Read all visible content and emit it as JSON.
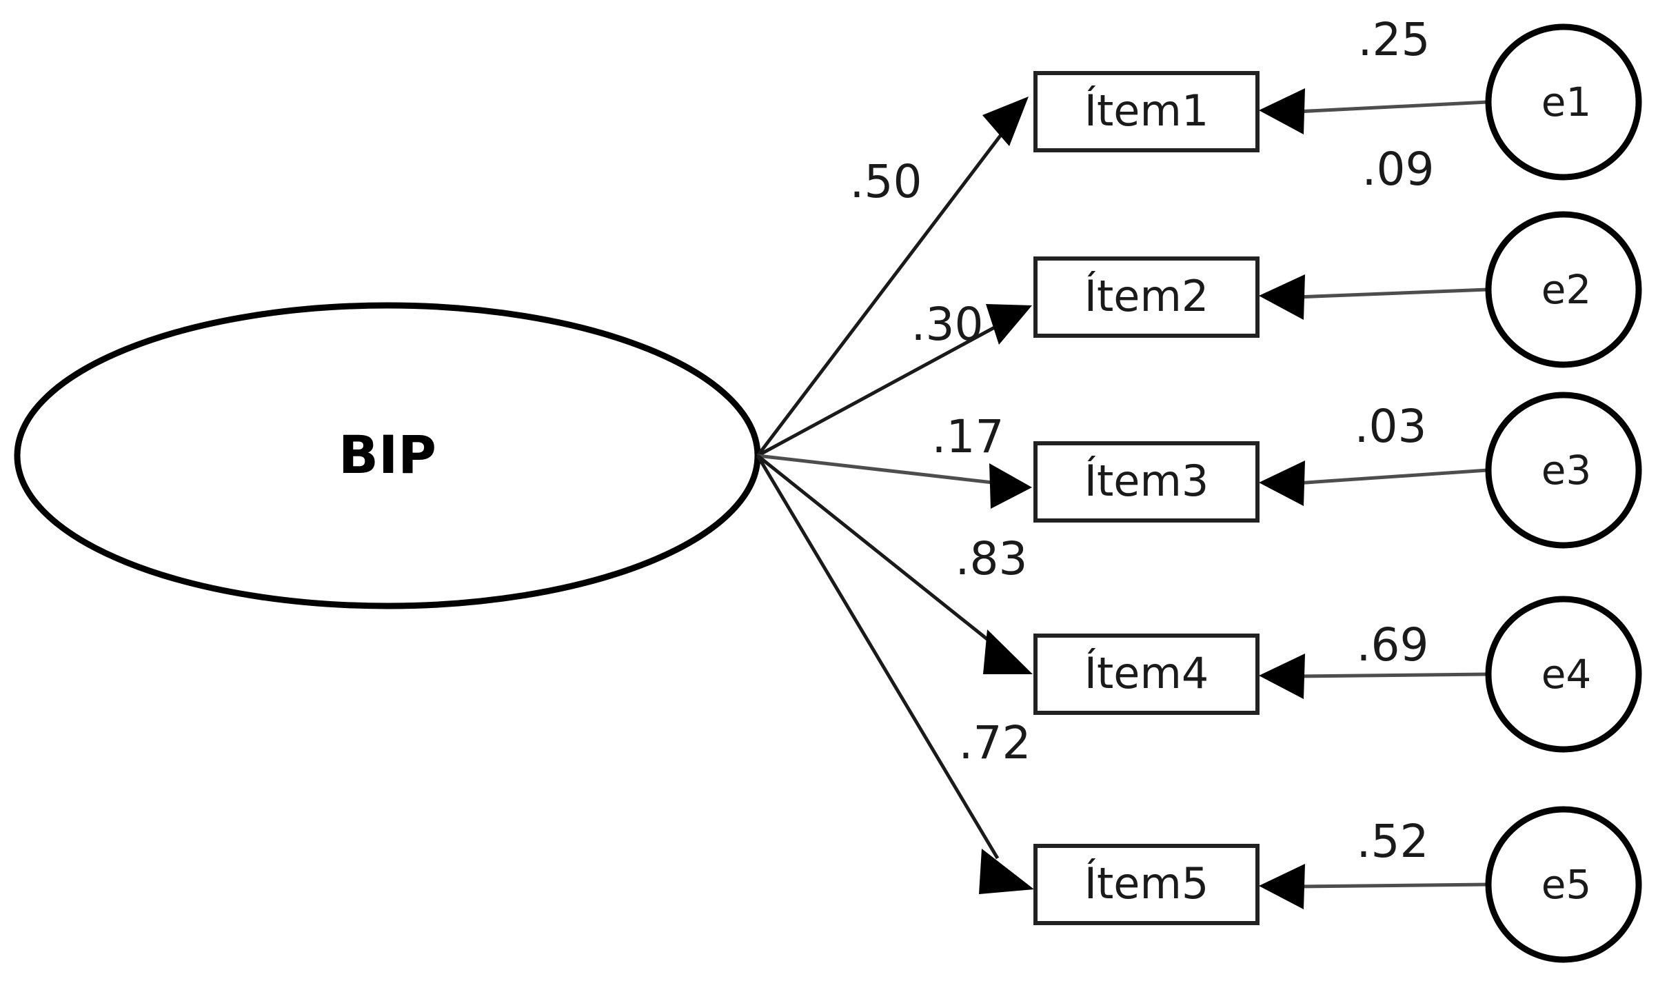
{
  "chart_data": {
    "type": "diagram",
    "diagram_kind": "confirmatory-factor-analysis-path-diagram",
    "title": "",
    "latent_factors": [
      {
        "id": "BIP",
        "label": "BIP",
        "shape": "ellipse"
      }
    ],
    "indicators": [
      {
        "id": "item1",
        "label": "Ítem1",
        "loading": ".50",
        "error_id": "e1",
        "error_label": "e1",
        "error_variance": ".25"
      },
      {
        "id": "item2",
        "label": "Ítem2",
        "loading": ".30",
        "error_id": "e2",
        "error_label": "e2",
        "error_variance": ".09"
      },
      {
        "id": "item3",
        "label": "Ítem3",
        "loading": ".17",
        "error_id": "e3",
        "error_label": "e3",
        "error_variance": ".03"
      },
      {
        "id": "item4",
        "label": "Ítem4",
        "loading": ".83",
        "error_id": "e4",
        "error_label": "e4",
        "error_variance": ".69"
      },
      {
        "id": "item5",
        "label": "Ítem5",
        "loading": ".72",
        "error_id": "e5",
        "error_label": "e5",
        "error_variance": ".52"
      }
    ],
    "loadings": [
      ".50",
      ".30",
      ".17",
      ".83",
      ".72"
    ],
    "error_variances": [
      ".25",
      ".09",
      ".03",
      ".69",
      ".52"
    ],
    "legend": [],
    "colors": {
      "background": "#ffffff",
      "stroke": "#000000",
      "box_stroke": "#222222",
      "text": "#1a1a1a"
    }
  },
  "diagram": {
    "latent": {
      "label": "BIP"
    },
    "items": [
      {
        "label": "Ítem1",
        "loading": ".50",
        "error": "e1",
        "error_value": ".25"
      },
      {
        "label": "Ítem2",
        "loading": ".30",
        "error": "e2",
        "error_value": ".09"
      },
      {
        "label": "Ítem3",
        "loading": ".17",
        "error": "e3",
        "error_value": ".03"
      },
      {
        "label": "Ítem4",
        "loading": ".83",
        "error": "e4",
        "error_value": ".69"
      },
      {
        "label": "Ítem5",
        "loading": ".72",
        "error": "e5",
        "error_value": ".52"
      }
    ]
  }
}
